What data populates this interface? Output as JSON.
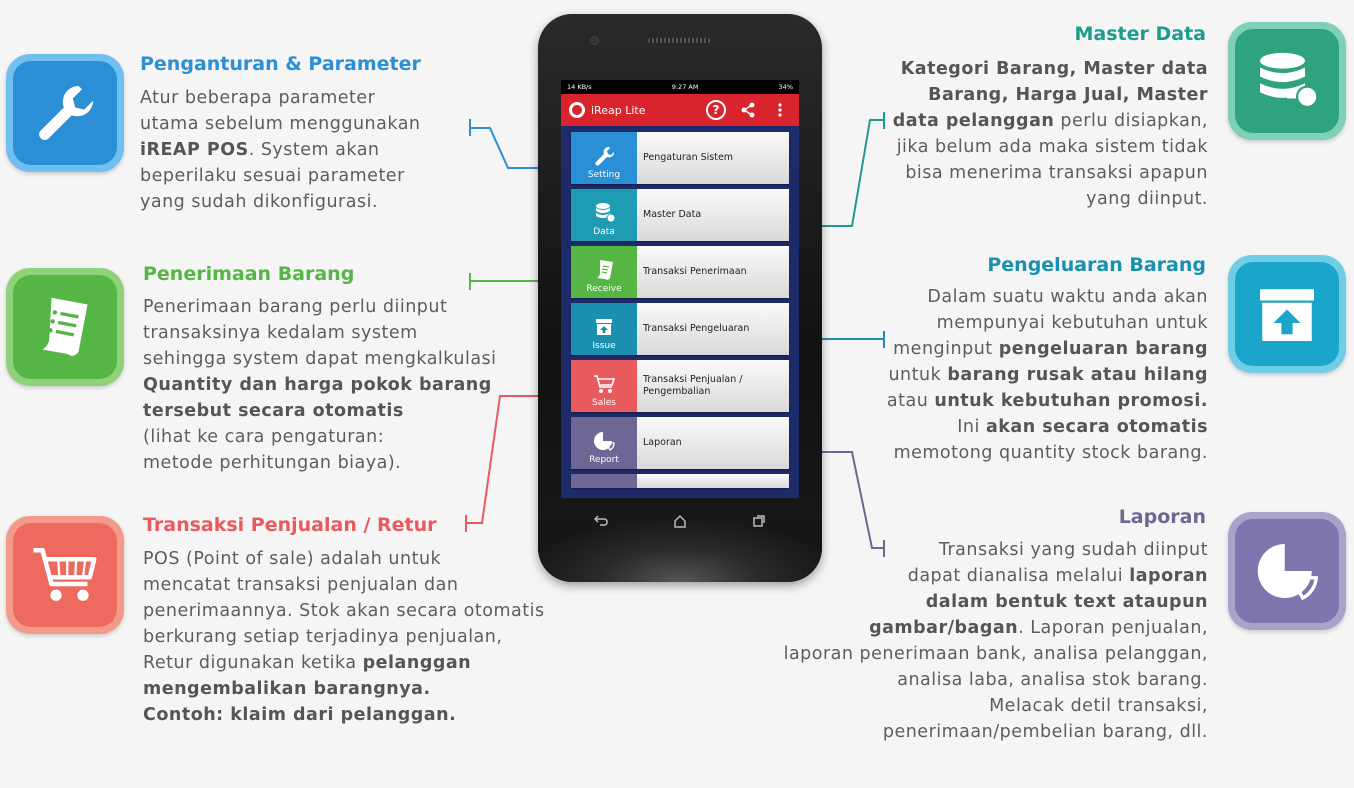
{
  "features": {
    "pengaturan": {
      "title": "Penganturan & Parameter",
      "lines": [
        [
          "Atur beberapa parameter"
        ],
        [
          "utama sebelum menggunakan"
        ],
        [
          "",
          "iREAP POS",
          ". System akan"
        ],
        [
          "beperilaku sesuai parameter"
        ],
        [
          "yang sudah dikonfigurasi."
        ]
      ]
    },
    "penerimaan": {
      "title": "Penerimaan Barang",
      "lines": [
        [
          "Penerimaan barang perlu diinput"
        ],
        [
          "transaksinya kedalam system"
        ],
        [
          "sehingga system dapat mengkalkulasi"
        ],
        [
          "",
          "Quantity dan harga pokok barang",
          ""
        ],
        [
          "",
          "tersebut secara otomatis",
          ""
        ],
        [
          "(lihat ke cara pengaturan:"
        ],
        [
          "metode perhitungan biaya)."
        ]
      ]
    },
    "penjualan": {
      "title": "Transaksi Penjualan / Retur",
      "lines": [
        [
          "POS (Point of sale) adalah untuk"
        ],
        [
          "mencatat transaksi penjualan dan"
        ],
        [
          "penerimaannya. Stok akan secara otomatis"
        ],
        [
          "berkurang setiap terjadinya penjualan,"
        ],
        [
          "Retur digunakan ketika ",
          "pelanggan",
          ""
        ],
        [
          "",
          "mengembalikan barangnya.",
          ""
        ],
        [
          "",
          "Contoh: klaim dari pelanggan.",
          ""
        ]
      ]
    },
    "master": {
      "title": "Master Data",
      "lines": [
        [
          "",
          "Kategori Barang, Master data",
          ""
        ],
        [
          "",
          "Barang, Harga Jual, Master",
          ""
        ],
        [
          "",
          "data pelanggan",
          " perlu disiapkan,"
        ],
        [
          "jika belum ada maka sistem tidak"
        ],
        [
          "bisa menerima transaksi apapun"
        ],
        [
          "yang diinput."
        ]
      ]
    },
    "pengeluaran": {
      "title": "Pengeluaran Barang",
      "lines": [
        [
          "Dalam suatu waktu anda akan"
        ],
        [
          "mempunyai kebutuhan untuk"
        ],
        [
          "menginput ",
          "pengeluaran barang",
          ""
        ],
        [
          "untuk ",
          "barang rusak atau hilang",
          ""
        ],
        [
          "atau ",
          "untuk kebutuhan promosi.",
          ""
        ],
        [
          "Ini ",
          "akan secara otomatis",
          ""
        ],
        [
          "memotong quantity stock barang."
        ]
      ]
    },
    "laporan": {
      "title": "Laporan",
      "lines": [
        [
          "Transaksi yang sudah diinput"
        ],
        [
          "dapat dianalisa melalui ",
          "laporan",
          ""
        ],
        [
          "",
          "dalam bentuk text ataupun",
          ""
        ],
        [
          "",
          "gambar/bagan",
          ". Laporan penjualan,"
        ],
        [
          "laporan penerimaan bank, analisa pelanggan,"
        ],
        [
          "analisa laba, analisa stok barang."
        ],
        [
          "Melacak detil transaksi,"
        ],
        [
          "penerimaan/pembelian barang, dll."
        ]
      ]
    }
  },
  "phone": {
    "status_left": "14 KB/s",
    "status_time": "9:27 AM",
    "status_right": "34%",
    "app_title": "iReap Lite",
    "menu": [
      {
        "icon": "wrench-icon",
        "label": "Setting",
        "text": "Pengaturan Sistem",
        "color": "#2a8fd4"
      },
      {
        "icon": "database-icon",
        "label": "Data",
        "text": "Master Data",
        "color": "#1f9bb3"
      },
      {
        "icon": "receipt-icon",
        "label": "Receive",
        "text": "Transaksi Penerimaan",
        "color": "#55b545"
      },
      {
        "icon": "box-icon",
        "label": "Issue",
        "text": "Transaksi Pengeluaran",
        "color": "#1a8fb0"
      },
      {
        "icon": "cart-icon",
        "label": "Sales",
        "text": "Transaksi Penjualan / Pengembalian",
        "color": "#e95a5e"
      },
      {
        "icon": "pie-icon",
        "label": "Report",
        "text": "Laporan",
        "color": "#6e6796"
      }
    ]
  },
  "colors": {
    "blue": "#2a8fd4",
    "green": "#55b545",
    "red": "#e95a5e",
    "teal": "#1e9b8f",
    "cyan": "#1a8fb0",
    "purple": "#6e6796"
  }
}
